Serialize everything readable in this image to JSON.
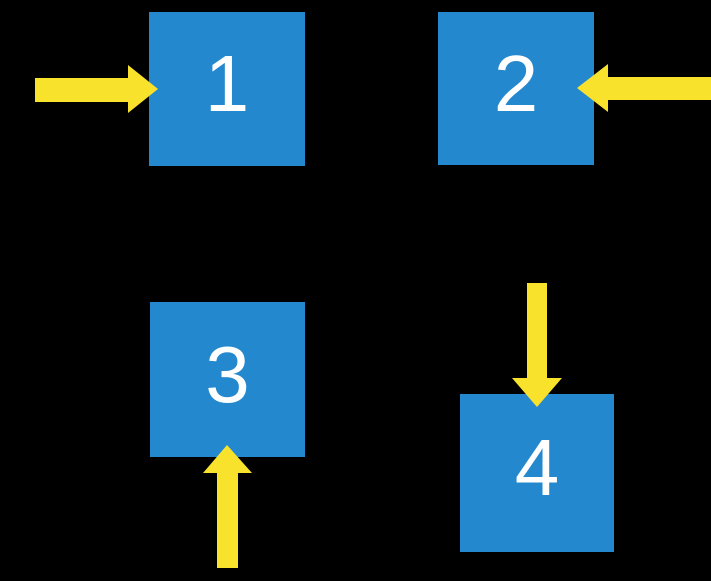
{
  "colors": {
    "background": "#000000",
    "square-fill": "#2488CE",
    "arrow-fill": "#F8E22C",
    "label-color": "#FFFFFF"
  },
  "squares": [
    {
      "label": "1",
      "incoming_arrow": "right-arrow-icon",
      "arrow_enters_from": "left"
    },
    {
      "label": "2",
      "incoming_arrow": "left-arrow-icon",
      "arrow_enters_from": "right"
    },
    {
      "label": "3",
      "incoming_arrow": "up-arrow-icon",
      "arrow_enters_from": "bottom"
    },
    {
      "label": "4",
      "incoming_arrow": "down-arrow-icon",
      "arrow_enters_from": "top"
    }
  ]
}
